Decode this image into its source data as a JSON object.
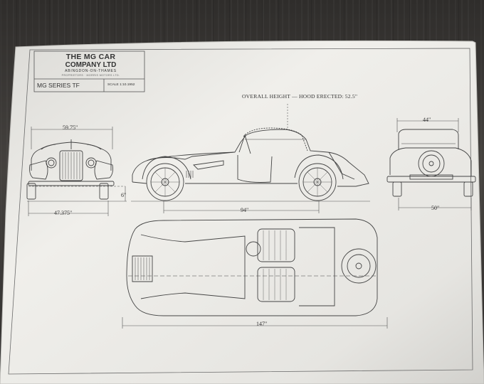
{
  "title_block": {
    "company_line1": "THE MG CAR",
    "company_line2": "COMPANY LTD",
    "town": "ABINGDON-ON-THAMES",
    "proprietors": "PROPRIETORS · MORRIS MOTORS LTD.",
    "model": "MG SERIES TF",
    "scale": "SCALE 1:10.1952"
  },
  "annotations": {
    "overall_height": "OVERALL HEIGHT — HOOD ERECTED: 52.5\""
  },
  "dimensions": {
    "front_width": "59.75\"",
    "front_track": "47.375\"",
    "ground_clearance": "6\"",
    "wheelbase": "94\"",
    "rear_width": "44\"",
    "rear_track": "50\"",
    "overall_length": "147\""
  },
  "colors": {
    "paper": "#ecebe7",
    "ink": "#3a3a3a",
    "background": "#3a3836"
  }
}
